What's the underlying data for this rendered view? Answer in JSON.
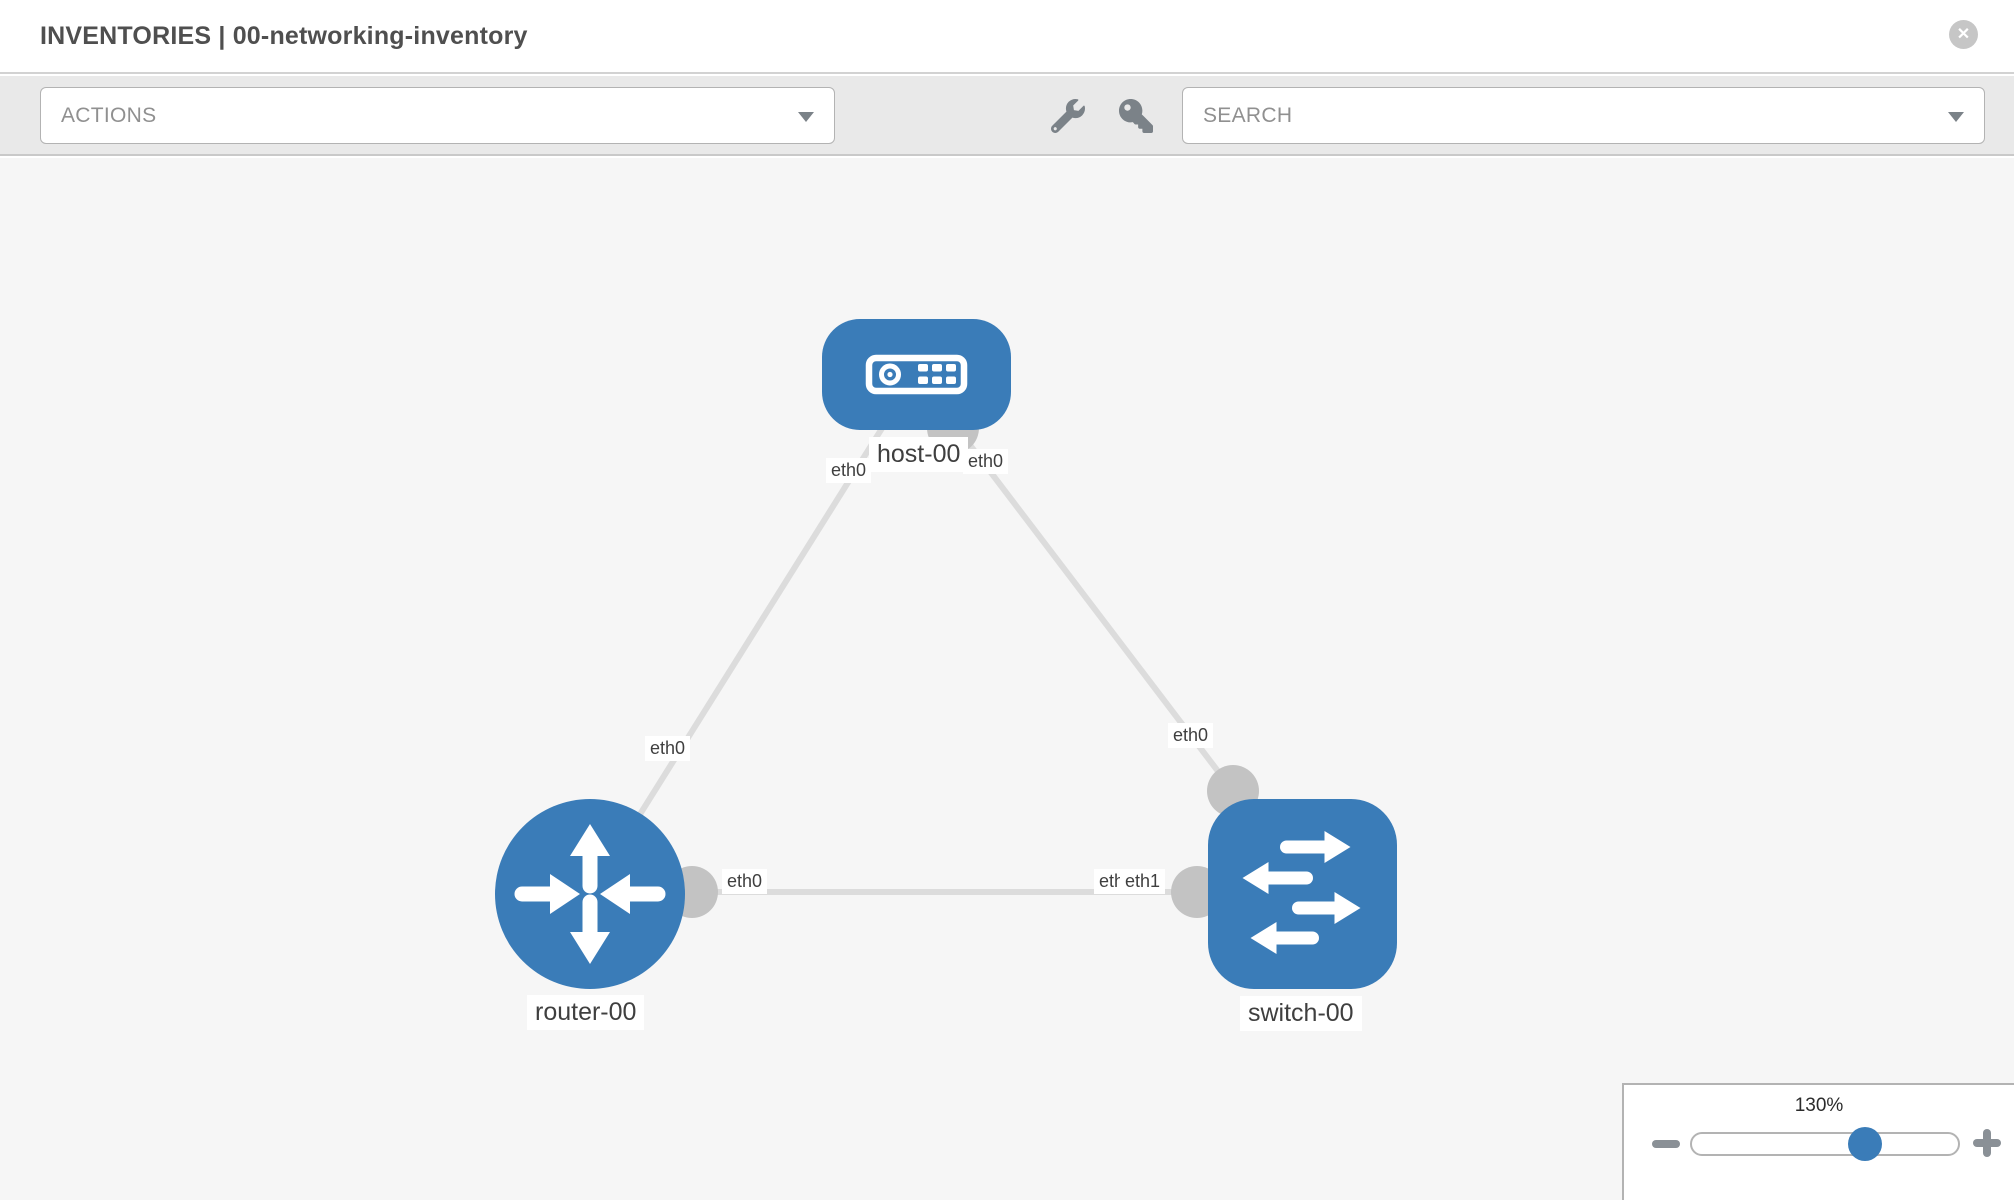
{
  "header": {
    "title": "INVENTORIES | 00-networking-inventory",
    "close_glyph": "✕"
  },
  "toolbar": {
    "actions_label": "ACTIONS",
    "search_label": "SEARCH"
  },
  "diagram": {
    "nodes": [
      {
        "label": "host-00",
        "type": "host"
      },
      {
        "label": "router-00",
        "type": "router"
      },
      {
        "label": "switch-00",
        "type": "switch"
      }
    ],
    "links": [
      {
        "from": "router-00",
        "to": "host-00",
        "from_interface": "eth0",
        "to_interface": "eth0"
      },
      {
        "from": "switch-00",
        "to": "host-00",
        "from_interface": "eth0",
        "to_interface": "eth0"
      },
      {
        "from": "router-00",
        "to": "switch-00",
        "from_interface": "eth0",
        "to_interface": "eth1"
      }
    ],
    "iface_labels": [
      "eth0",
      "eth0",
      "eth0",
      "eth0",
      "eth0",
      "eth0",
      "eth1"
    ]
  },
  "zoom_control": {
    "level": "130%"
  },
  "colors": {
    "node_blue": "#3a7cb8",
    "link_gray": "#dcdcdc",
    "port_gray": "#c3c3c3",
    "canvas_bg": "#f6f6f6",
    "toolbar_bg": "#e9e9e9",
    "icon_gray": "#7b8288"
  }
}
